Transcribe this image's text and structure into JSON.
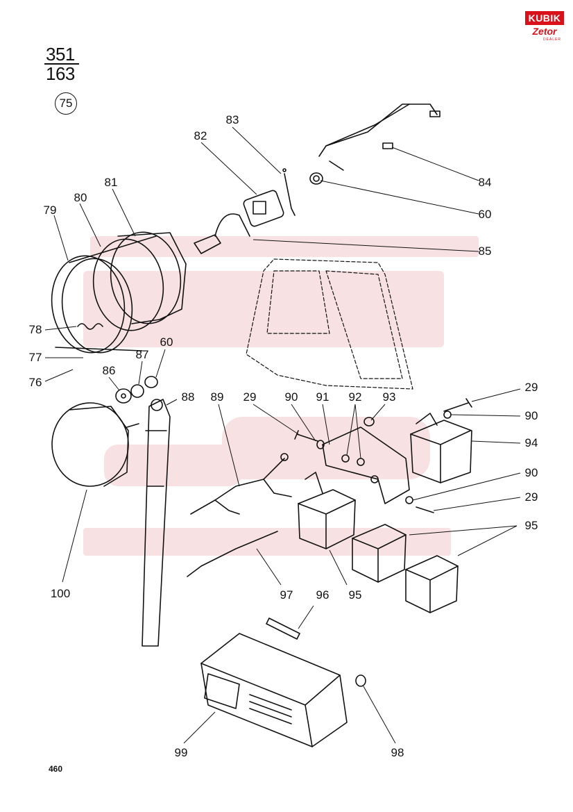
{
  "header": {
    "numerator": "351",
    "denominator": "163",
    "group_number": "75"
  },
  "logo": {
    "brand": "KUBIK",
    "subbrand": "Zetor",
    "tagline": "DEALER"
  },
  "footer": {
    "page_number": "460"
  },
  "callouts": {
    "c79": "79",
    "c80": "80",
    "c81": "81",
    "c82": "82",
    "c83": "83",
    "c84": "84",
    "c60a": "60",
    "c85": "85",
    "c78": "78",
    "c77": "77",
    "c76": "76",
    "c86": "86",
    "c87": "87",
    "c60b": "60",
    "c88": "88",
    "c89": "89",
    "c29a": "29",
    "c90a": "90",
    "c91": "91",
    "c92": "92",
    "c93": "93",
    "c29b": "29",
    "c90b": "90",
    "c94": "94",
    "c90c": "90",
    "c29c": "29",
    "c95a": "95",
    "c95b": "95",
    "c100": "100",
    "c97": "97",
    "c96": "96",
    "c99": "99",
    "c98": "98"
  },
  "colors": {
    "ink": "#111111",
    "watermark": "#f3c9cc",
    "brand_red": "#d8111b"
  }
}
